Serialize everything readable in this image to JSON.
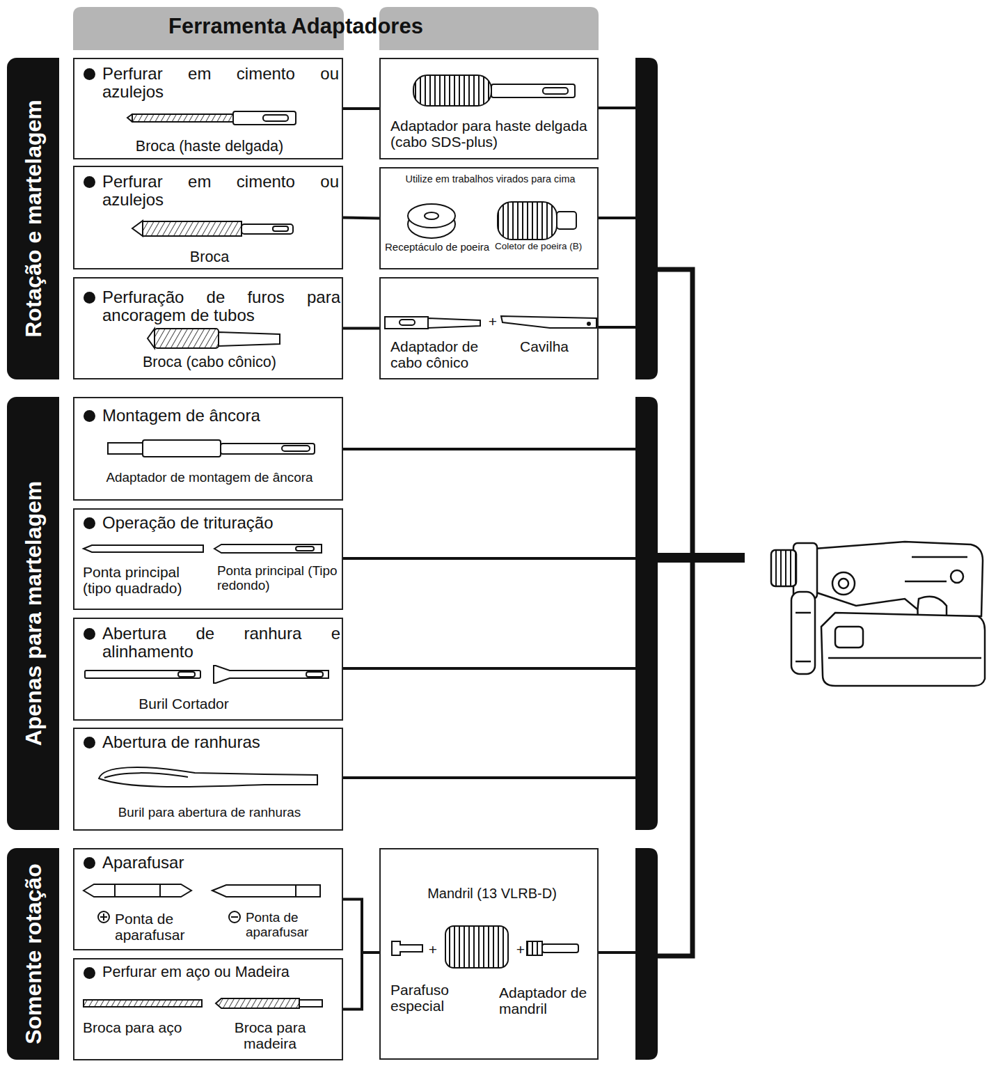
{
  "diagram": {
    "title": "Ferramenta Adaptadores",
    "nodes": [
      {
        "text": [
          "Rotação e martelagem"
        ]
      },
      {
        "text": [
          "Perfurar em cimento ou azulejos",
          "Broca (haste delgada)"
        ]
      },
      {
        "text": [
          "Adaptador para haste delgada (cabo SDS-plus)"
        ]
      },
      {
        "text": [
          "Perfurar em cimento ou azulejos",
          "Broca"
        ]
      },
      {
        "text": [
          "Utilize em trabalhos virados para cima",
          "Receptáculo de poeira",
          "Coletor de poeira (B)"
        ]
      },
      {
        "text": [
          "Perfuração de furos para ancoragem de tubos",
          "Broca (cabo cônico)"
        ]
      },
      {
        "text": [
          "Adaptador de cabo cônico",
          "+",
          "Cavilha"
        ]
      },
      {
        "text": [
          "Apenas para martelagem"
        ]
      },
      {
        "text": [
          "Montagem de âncora",
          "Adaptador de montagem de âncora"
        ]
      },
      {
        "text": [
          "Operação de trituração",
          "Ponta principal (tipo quadrado)",
          "Ponta principal (Tipo redondo)"
        ]
      },
      {
        "text": [
          "Abertura de ranhura e alinhamento",
          "Buril Cortador"
        ]
      },
      {
        "text": [
          "Abertura de ranhuras",
          "Buril para abertura de ranhuras"
        ]
      },
      {
        "text": [
          "Somente rotação"
        ]
      },
      {
        "text": [
          "Aparafusar",
          "Ponta de aparafusar",
          "Ponta de aparafusar"
        ]
      },
      {
        "text": [
          "Perfurar em aço ou Madeira",
          "Broca para aço",
          "Broca para madeira"
        ]
      },
      {
        "text": [
          "Mandril (13 VLRB-D)",
          "+",
          "+",
          "Parafuso especial",
          "Adaptador de mandril"
        ]
      }
    ],
    "edges": [
      {
        "from": 1,
        "to": 2,
        "arrow": "none"
      },
      {
        "from": 3,
        "to": 4,
        "arrow": "none"
      },
      {
        "from": 5,
        "to": 6,
        "arrow": "none"
      },
      {
        "from": 13,
        "to": 15,
        "arrow": "none"
      },
      {
        "from": 14,
        "to": 15,
        "arrow": "none"
      }
    ]
  }
}
